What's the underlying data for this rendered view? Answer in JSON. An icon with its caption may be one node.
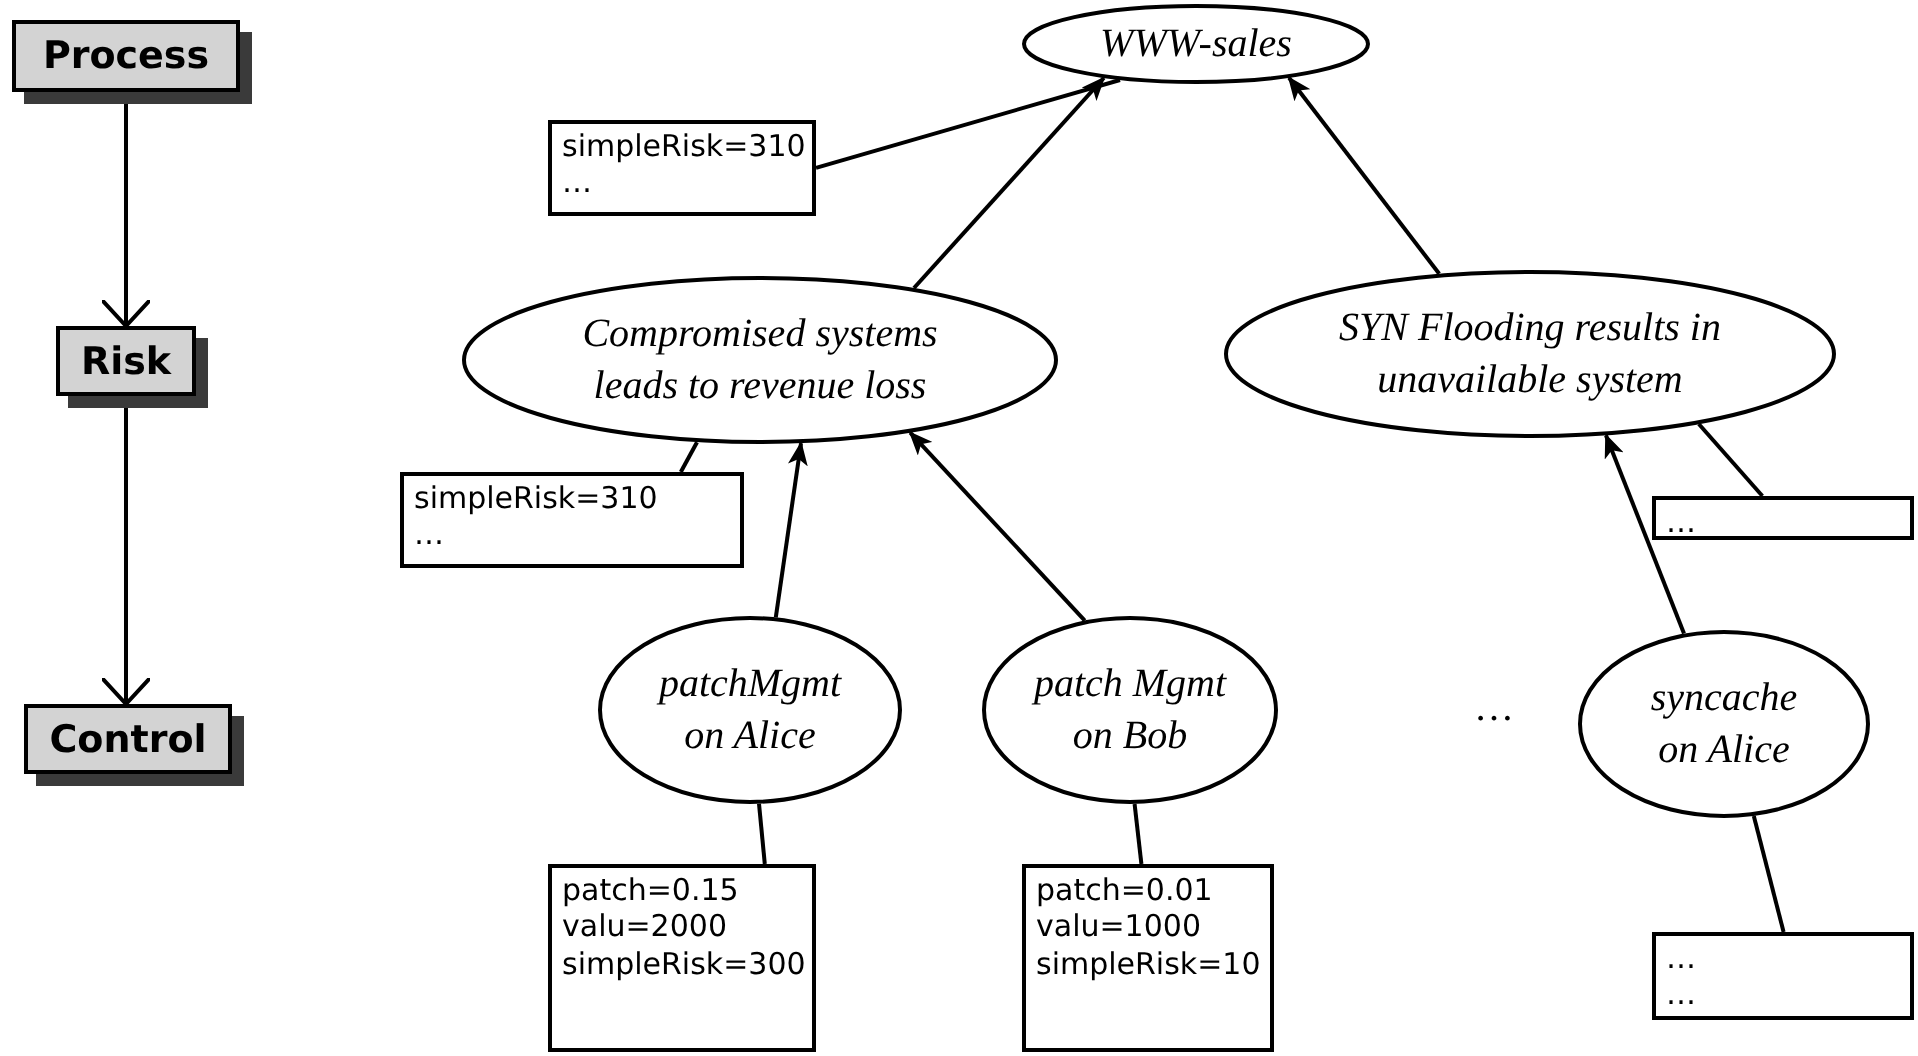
{
  "diagram": {
    "nodes": [
      {
        "text": [
          "Process"
        ]
      },
      {
        "text": [
          "Risk"
        ]
      },
      {
        "text": [
          "Control"
        ]
      },
      {
        "text": [
          "WWW-sales"
        ]
      },
      {
        "text": [
          "simpleRisk=310",
          "…"
        ]
      },
      {
        "text": [
          "Compromised systems leads to revenue loss"
        ]
      },
      {
        "text": [
          "SYN Flooding results in unavailable system"
        ]
      },
      {
        "text": [
          "simpleRisk=310",
          "…"
        ]
      },
      {
        "text": [
          "…"
        ]
      },
      {
        "text": [
          "patchMgmt on Alice"
        ]
      },
      {
        "text": [
          "patch Mgmt on Bob"
        ]
      },
      {
        "text": [
          "syncache on Alice"
        ]
      },
      {
        "text": [
          "patch=0.15",
          "valu=2000",
          "simpleRisk=300"
        ]
      },
      {
        "text": [
          "patch=0.01",
          "valu=1000",
          "simpleRisk=10"
        ]
      },
      {
        "text": [
          "…",
          "…"
        ]
      }
    ],
    "edges": [
      {
        "from": 0,
        "to": 1,
        "arrow": "to"
      },
      {
        "from": 1,
        "to": 2,
        "arrow": "to"
      },
      {
        "from": 4,
        "to": 3,
        "arrow": "none"
      },
      {
        "from": 5,
        "to": 3,
        "arrow": "to"
      },
      {
        "from": 6,
        "to": 3,
        "arrow": "to"
      },
      {
        "from": 7,
        "to": 5,
        "arrow": "none"
      },
      {
        "from": 8,
        "to": 6,
        "arrow": "none"
      },
      {
        "from": 9,
        "to": 5,
        "arrow": "to"
      },
      {
        "from": 10,
        "to": 5,
        "arrow": "to"
      },
      {
        "from": 11,
        "to": 6,
        "arrow": "to"
      },
      {
        "from": 12,
        "to": 9,
        "arrow": "none"
      },
      {
        "from": 13,
        "to": 10,
        "arrow": "none"
      },
      {
        "from": 14,
        "to": 11,
        "arrow": "none"
      }
    ],
    "labels": [
      "…"
    ]
  }
}
